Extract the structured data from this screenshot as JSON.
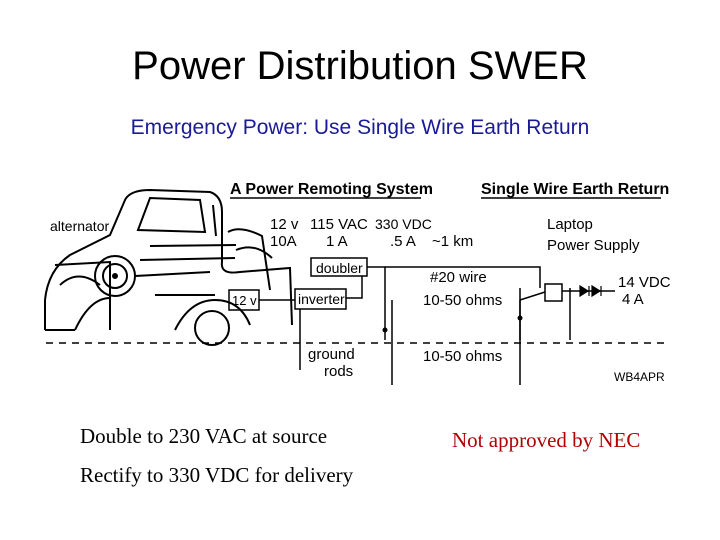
{
  "slide": {
    "title": "Power Distribution SWER",
    "subtitle": "Emergency Power:  Use Single Wire Earth Return"
  },
  "diagram": {
    "heading_left": "A Power Remoting System",
    "heading_right": "Single Wire Earth Return",
    "alternator": "alternator",
    "v12": "12 v",
    "a10": "10A",
    "v115": "115 VAC",
    "a1": "1 A",
    "v330": "330 VDC",
    "a05": ".5 A",
    "dist": "~1 km",
    "doubler": "doubler",
    "battery": "12 v",
    "inverter": "inverter",
    "wire": "#20 wire",
    "ohms_top": "10-50 ohms",
    "ohms_bottom": "10-50 ohms",
    "laptop1": "Laptop",
    "laptop2": "Power Supply",
    "vdc14": "14 VDC",
    "a4": "4 A",
    "ground1": "ground",
    "ground2": "rods",
    "credit": "WB4APR"
  },
  "notes": {
    "left1": "Double to 230 VAC at source",
    "left2": "Rectify to 330 VDC for delivery",
    "right": "Not approved by NEC"
  }
}
